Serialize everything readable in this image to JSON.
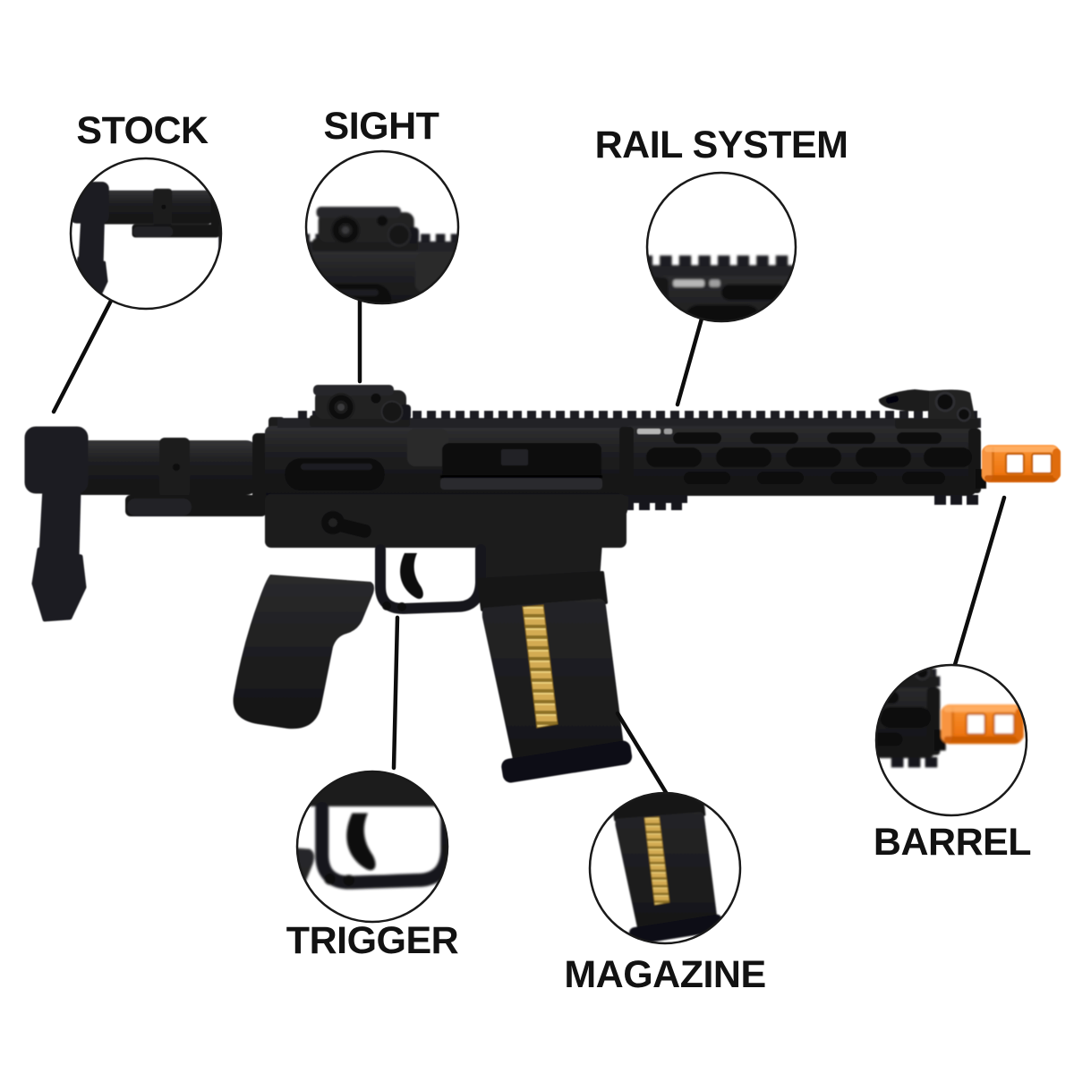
{
  "diagram": {
    "background_color": "#ffffff",
    "parts": [
      {
        "id": "stock",
        "label": "STOCK"
      },
      {
        "id": "sight",
        "label": "SIGHT"
      },
      {
        "id": "rail_system",
        "label": "RAIL SYSTEM"
      },
      {
        "id": "barrel",
        "label": "BARREL"
      },
      {
        "id": "magazine",
        "label": "MAGAZINE"
      },
      {
        "id": "trigger",
        "label": "TRIGGER"
      }
    ],
    "colors": {
      "label_text": "#121212",
      "callout_line": "#0d0d0d",
      "inset_circle_border": "#1a1a1a",
      "gun_body_black": "#1d1d1e",
      "muzzle_tip_orange": "#f5831f",
      "magazine_window_gold": "#d3ab52"
    }
  }
}
